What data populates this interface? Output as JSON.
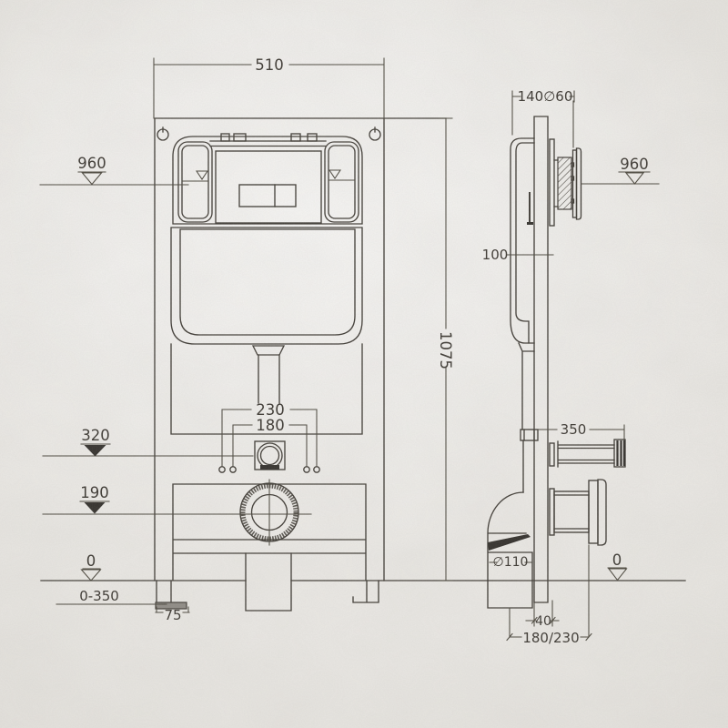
{
  "front_view": {
    "dim_width": "510",
    "dim_height": "1075",
    "dim_bolt_outer": "230",
    "dim_bolt_inner": "180",
    "datum_plate": "960",
    "datum_flush_pipe": "320",
    "datum_outlet": "190",
    "datum_floor": "0",
    "adjust_range": "0-350",
    "dim_foot": "75"
  },
  "side_view": {
    "dim_top": "140∅60",
    "dim_depth": "100",
    "datum_plate": "960",
    "dim_inlet": "350",
    "dim_drain": "∅110",
    "datum_floor": "0",
    "dim_base": "40",
    "dim_outlet_offset": "180/230"
  },
  "colors": {
    "line": "#3d3933",
    "dim": "#474339",
    "text": "#38342e",
    "paper": "#e9e7e3"
  }
}
